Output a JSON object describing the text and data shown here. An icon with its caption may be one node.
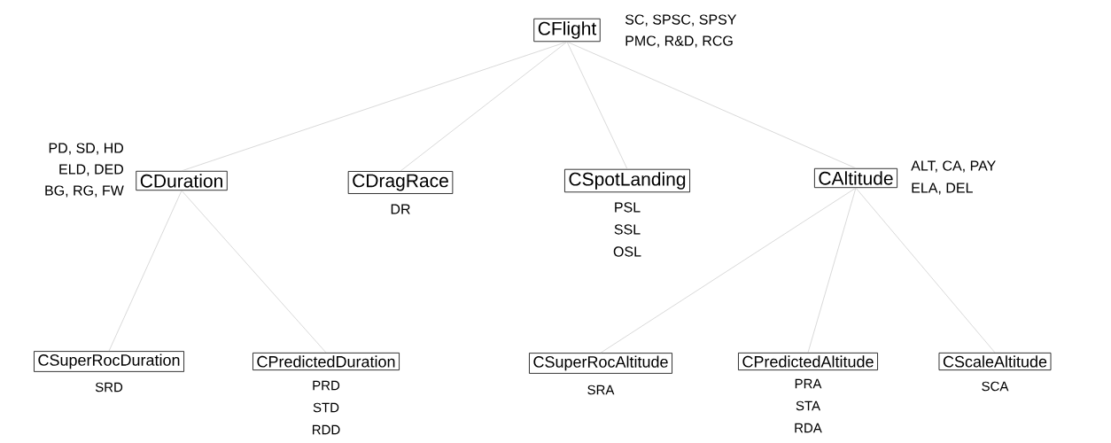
{
  "diagram": {
    "nodes": [
      {
        "text": [
          "CFlight"
        ],
        "beside": [
          "SC, SPSC, SPSY",
          "PMC, R&D, RCG"
        ]
      },
      {
        "text": [
          "CDuration"
        ],
        "beside": [
          "PD, SD, HD",
          "ELD, DED",
          "BG, RG, FW"
        ]
      },
      {
        "text": [
          "CDragRace"
        ],
        "beside": [
          "DR"
        ]
      },
      {
        "text": [
          "CSpotLanding"
        ],
        "beside": [
          "PSL",
          "SSL",
          "OSL"
        ]
      },
      {
        "text": [
          "CAltitude"
        ],
        "beside": [
          "ALT, CA, PAY",
          "ELA, DEL"
        ]
      },
      {
        "text": [
          "CSuperRocDuration"
        ],
        "beside": [
          "SRD"
        ]
      },
      {
        "text": [
          "CPredictedDuration"
        ],
        "beside": [
          "PRD",
          "STD",
          "RDD"
        ]
      },
      {
        "text": [
          "CSuperRocAltitude"
        ],
        "beside": [
          "SRA"
        ]
      },
      {
        "text": [
          "CPredictedAltitude"
        ],
        "beside": [
          "PRA",
          "STA",
          "RDA"
        ]
      },
      {
        "text": [
          "CScaleAltitude"
        ],
        "beside": [
          "SCA"
        ]
      }
    ],
    "edges": [
      {
        "from": 0,
        "to": 1,
        "arrow": "none"
      },
      {
        "from": 0,
        "to": 2,
        "arrow": "none"
      },
      {
        "from": 0,
        "to": 3,
        "arrow": "none"
      },
      {
        "from": 0,
        "to": 4,
        "arrow": "none"
      },
      {
        "from": 1,
        "to": 5,
        "arrow": "none"
      },
      {
        "from": 1,
        "to": 6,
        "arrow": "none"
      },
      {
        "from": 4,
        "to": 7,
        "arrow": "none"
      },
      {
        "from": 4,
        "to": 8,
        "arrow": "none"
      },
      {
        "from": 4,
        "to": 9,
        "arrow": "none"
      }
    ]
  }
}
